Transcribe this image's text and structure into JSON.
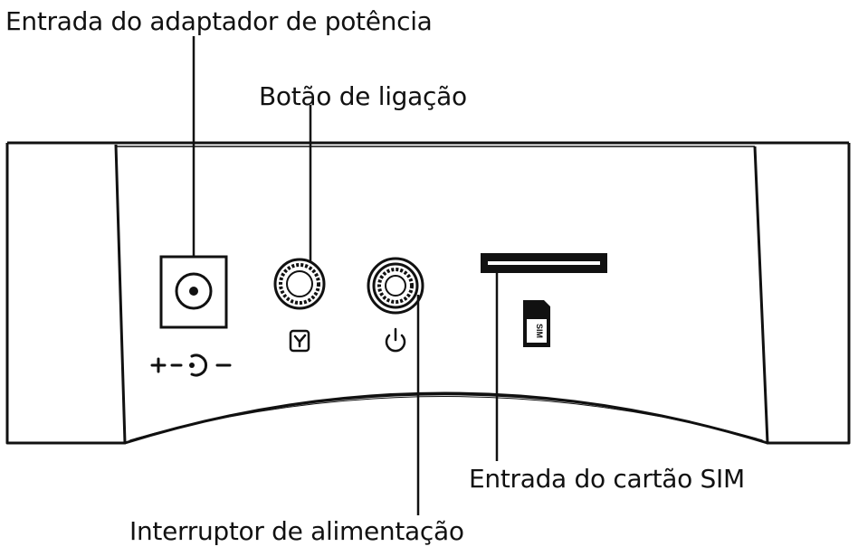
{
  "labels": {
    "power_adapter_input": "Entrada do adaptador de potência",
    "connect_button": "Botão de ligação",
    "sim_card_slot": "Entrada do cartão SIM",
    "power_switch": "Interruptor de alimentação"
  },
  "device_markings": {
    "sim_icon_text": "SIM",
    "polarity_plus": "+",
    "polarity_minus": "−"
  },
  "colors": {
    "line": "#111111",
    "background": "#ffffff"
  }
}
